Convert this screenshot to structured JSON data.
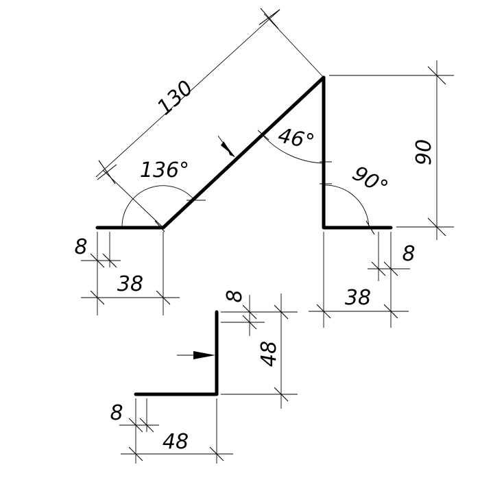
{
  "dimensions": {
    "slope_length": "130",
    "height": "90",
    "top_left_flange": "38",
    "top_left_hem": "8",
    "top_right_flange": "38",
    "top_right_hem": "8",
    "bottom_vertical": "48",
    "bottom_vertical_hem": "8",
    "bottom_horizontal": "48",
    "bottom_horizontal_hem": "8"
  },
  "angles": {
    "left_bend": "136°",
    "apex": "46°",
    "right_bend": "90°"
  },
  "colors": {
    "line": "#000000",
    "background": "#ffffff"
  }
}
